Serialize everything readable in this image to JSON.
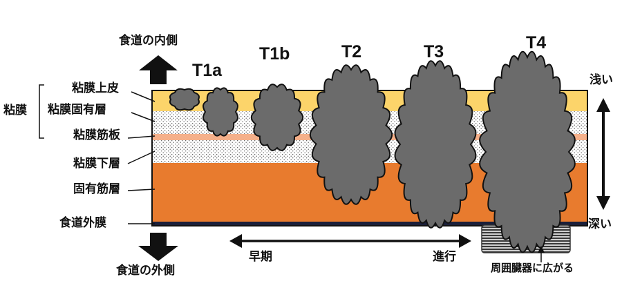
{
  "labels": {
    "inner_side": "食道の内側",
    "outer_side": "食道の外側",
    "mucosa": "粘膜",
    "epithelium": "粘膜上皮",
    "lamina_propria": "粘膜固有層",
    "muscularis_mucosae": "粘膜筋板",
    "submucosa": "粘膜下層",
    "muscularis_propria": "固有筋層",
    "adventitia": "食道外膜",
    "shallow": "浅い",
    "deep": "深い",
    "early": "早期",
    "advanced": "進行",
    "spread": "周囲臓器に広がる"
  },
  "stages": [
    "T1a",
    "T1b",
    "T2",
    "T3",
    "T4"
  ],
  "colors": {
    "epithelium": "#fcd46a",
    "muscularis_mucosae": "#f5b08a",
    "muscularis_propria": "#e87b2e",
    "adventitia": "#1a1f3a",
    "tumor": "#6b6b6b",
    "organ": "#9a9a9a"
  }
}
